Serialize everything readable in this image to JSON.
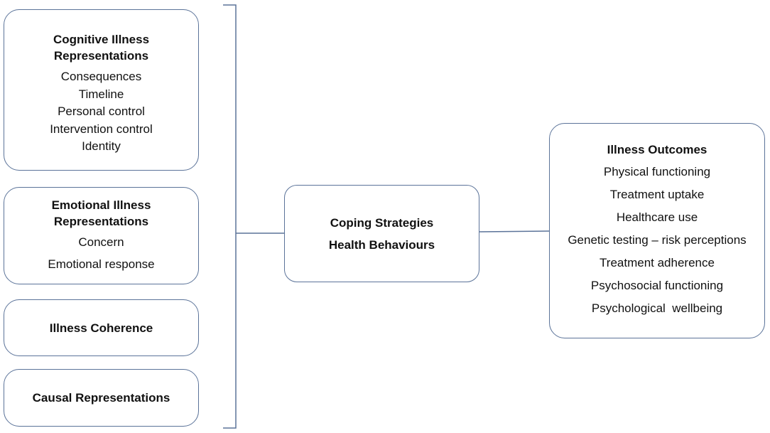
{
  "cognitive": {
    "title": "Cognitive Illness Representations",
    "items": [
      "Consequences",
      "Timeline",
      "Personal control",
      "Intervention control",
      "Identity"
    ]
  },
  "emotional": {
    "title": "Emotional Illness Representations",
    "items": [
      "Concern",
      "Emotional response"
    ]
  },
  "coherence": {
    "title": "Illness Coherence"
  },
  "causal": {
    "title": "Causal Representations"
  },
  "coping": {
    "title": "Coping Strategies",
    "subtitle": "Health Behaviours"
  },
  "outcomes": {
    "title": "Illness Outcomes",
    "items": [
      "Physical functioning",
      "Treatment uptake",
      "Healthcare use",
      "Genetic testing – risk perceptions",
      "Treatment adherence",
      "Psychosocial functioning",
      "Psychological  wellbeing"
    ]
  },
  "colors": {
    "border": "#5b7399",
    "text": "#111111"
  }
}
